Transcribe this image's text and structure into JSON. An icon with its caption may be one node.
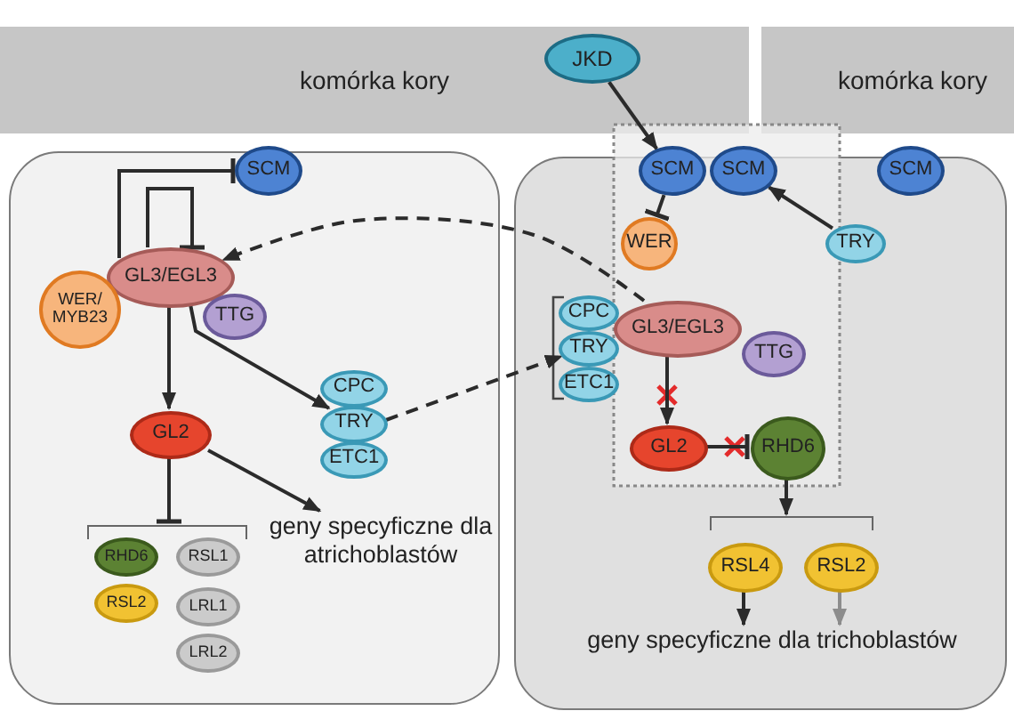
{
  "diagram": {
    "nodes": [
      {
        "text": [
          "komórka kory"
        ]
      },
      {
        "text": [
          "komórka kory"
        ]
      },
      {
        "text": [],
        "shape": "box"
      },
      {
        "text": [],
        "shape": "box"
      },
      {
        "text": [
          "SCM"
        ]
      },
      {
        "text": [
          "GL3/EGL3"
        ],
        "in": 2
      },
      {
        "text": [
          "WER/ MYB23"
        ],
        "in": 2
      },
      {
        "text": [
          "TTG"
        ],
        "in": 2
      },
      {
        "text": [
          "CPC"
        ],
        "in": 2
      },
      {
        "text": [
          "TRY"
        ],
        "in": 2
      },
      {
        "text": [
          "ETC1"
        ],
        "in": 2
      },
      {
        "text": [
          "GL2"
        ],
        "in": 2
      },
      {
        "text": [],
        "shape": "bracket",
        "in": 2
      },
      {
        "text": [
          "RHD6"
        ],
        "in": 2
      },
      {
        "text": [
          "RSL1"
        ],
        "in": 2
      },
      {
        "text": [
          "RSL2"
        ],
        "in": 2
      },
      {
        "text": [
          "LRL1"
        ],
        "in": 2
      },
      {
        "text": [
          "LRL2"
        ],
        "in": 2
      },
      {
        "text": [
          "geny specyficzne dla atrichoblastów"
        ],
        "in": 2
      },
      {
        "text": [
          "JKD"
        ],
        "in": 0
      },
      {
        "text": [
          "SCM"
        ]
      },
      {
        "text": [
          "SCM"
        ]
      },
      {
        "text": [
          "SCM"
        ]
      },
      {
        "text": [
          "WER"
        ],
        "in": 3
      },
      {
        "text": [
          "TRY"
        ],
        "in": 3
      },
      {
        "text": [
          "CPC"
        ],
        "in": 3
      },
      {
        "text": [
          "TRY"
        ],
        "in": 3
      },
      {
        "text": [
          "ETC1"
        ],
        "in": 3
      },
      {
        "text": [
          "GL3/EGL3"
        ],
        "in": 3
      },
      {
        "text": [
          "TTG"
        ],
        "in": 3
      },
      {
        "text": [
          "GL2"
        ],
        "in": 3
      },
      {
        "text": [
          "RHD6"
        ],
        "in": 3
      },
      {
        "text": [],
        "shape": "bracket",
        "in": 3
      },
      {
        "text": [
          "RSL4"
        ],
        "in": 3
      },
      {
        "text": [
          "RSL2"
        ],
        "in": 3
      },
      {
        "text": [
          "geny specyficzne dla trichoblastów"
        ],
        "in": 3
      }
    ],
    "edges": [
      {
        "from": 5,
        "to": 4,
        "arrow": "other"
      },
      {
        "from": 5,
        "to": 5,
        "arrow": "other"
      },
      {
        "from": 9,
        "to": 26,
        "arrow": "to",
        "style": "dashed"
      },
      {
        "from": 28,
        "to": 5,
        "arrow": "to",
        "style": "dashed"
      },
      {
        "from": 5,
        "to": 11,
        "arrow": "to"
      },
      {
        "from": 5,
        "to": 9,
        "arrow": "to"
      },
      {
        "from": 11,
        "to": 12,
        "arrow": "other"
      },
      {
        "from": 11,
        "to": 18,
        "arrow": "to"
      },
      {
        "from": 19,
        "to": 20,
        "arrow": "to"
      },
      {
        "from": 20,
        "to": 23,
        "arrow": "other"
      },
      {
        "from": 24,
        "to": 21,
        "arrow": "to"
      },
      {
        "from": 28,
        "to": 30,
        "arrow": "to"
      },
      {
        "from": 30,
        "to": 31,
        "arrow": "other"
      },
      {
        "from": 31,
        "to": 32,
        "arrow": "to"
      },
      {
        "from": 33,
        "to": 35,
        "arrow": "to"
      },
      {
        "from": 34,
        "to": 35,
        "arrow": "to",
        "color": "#8c8c8c"
      }
    ]
  }
}
